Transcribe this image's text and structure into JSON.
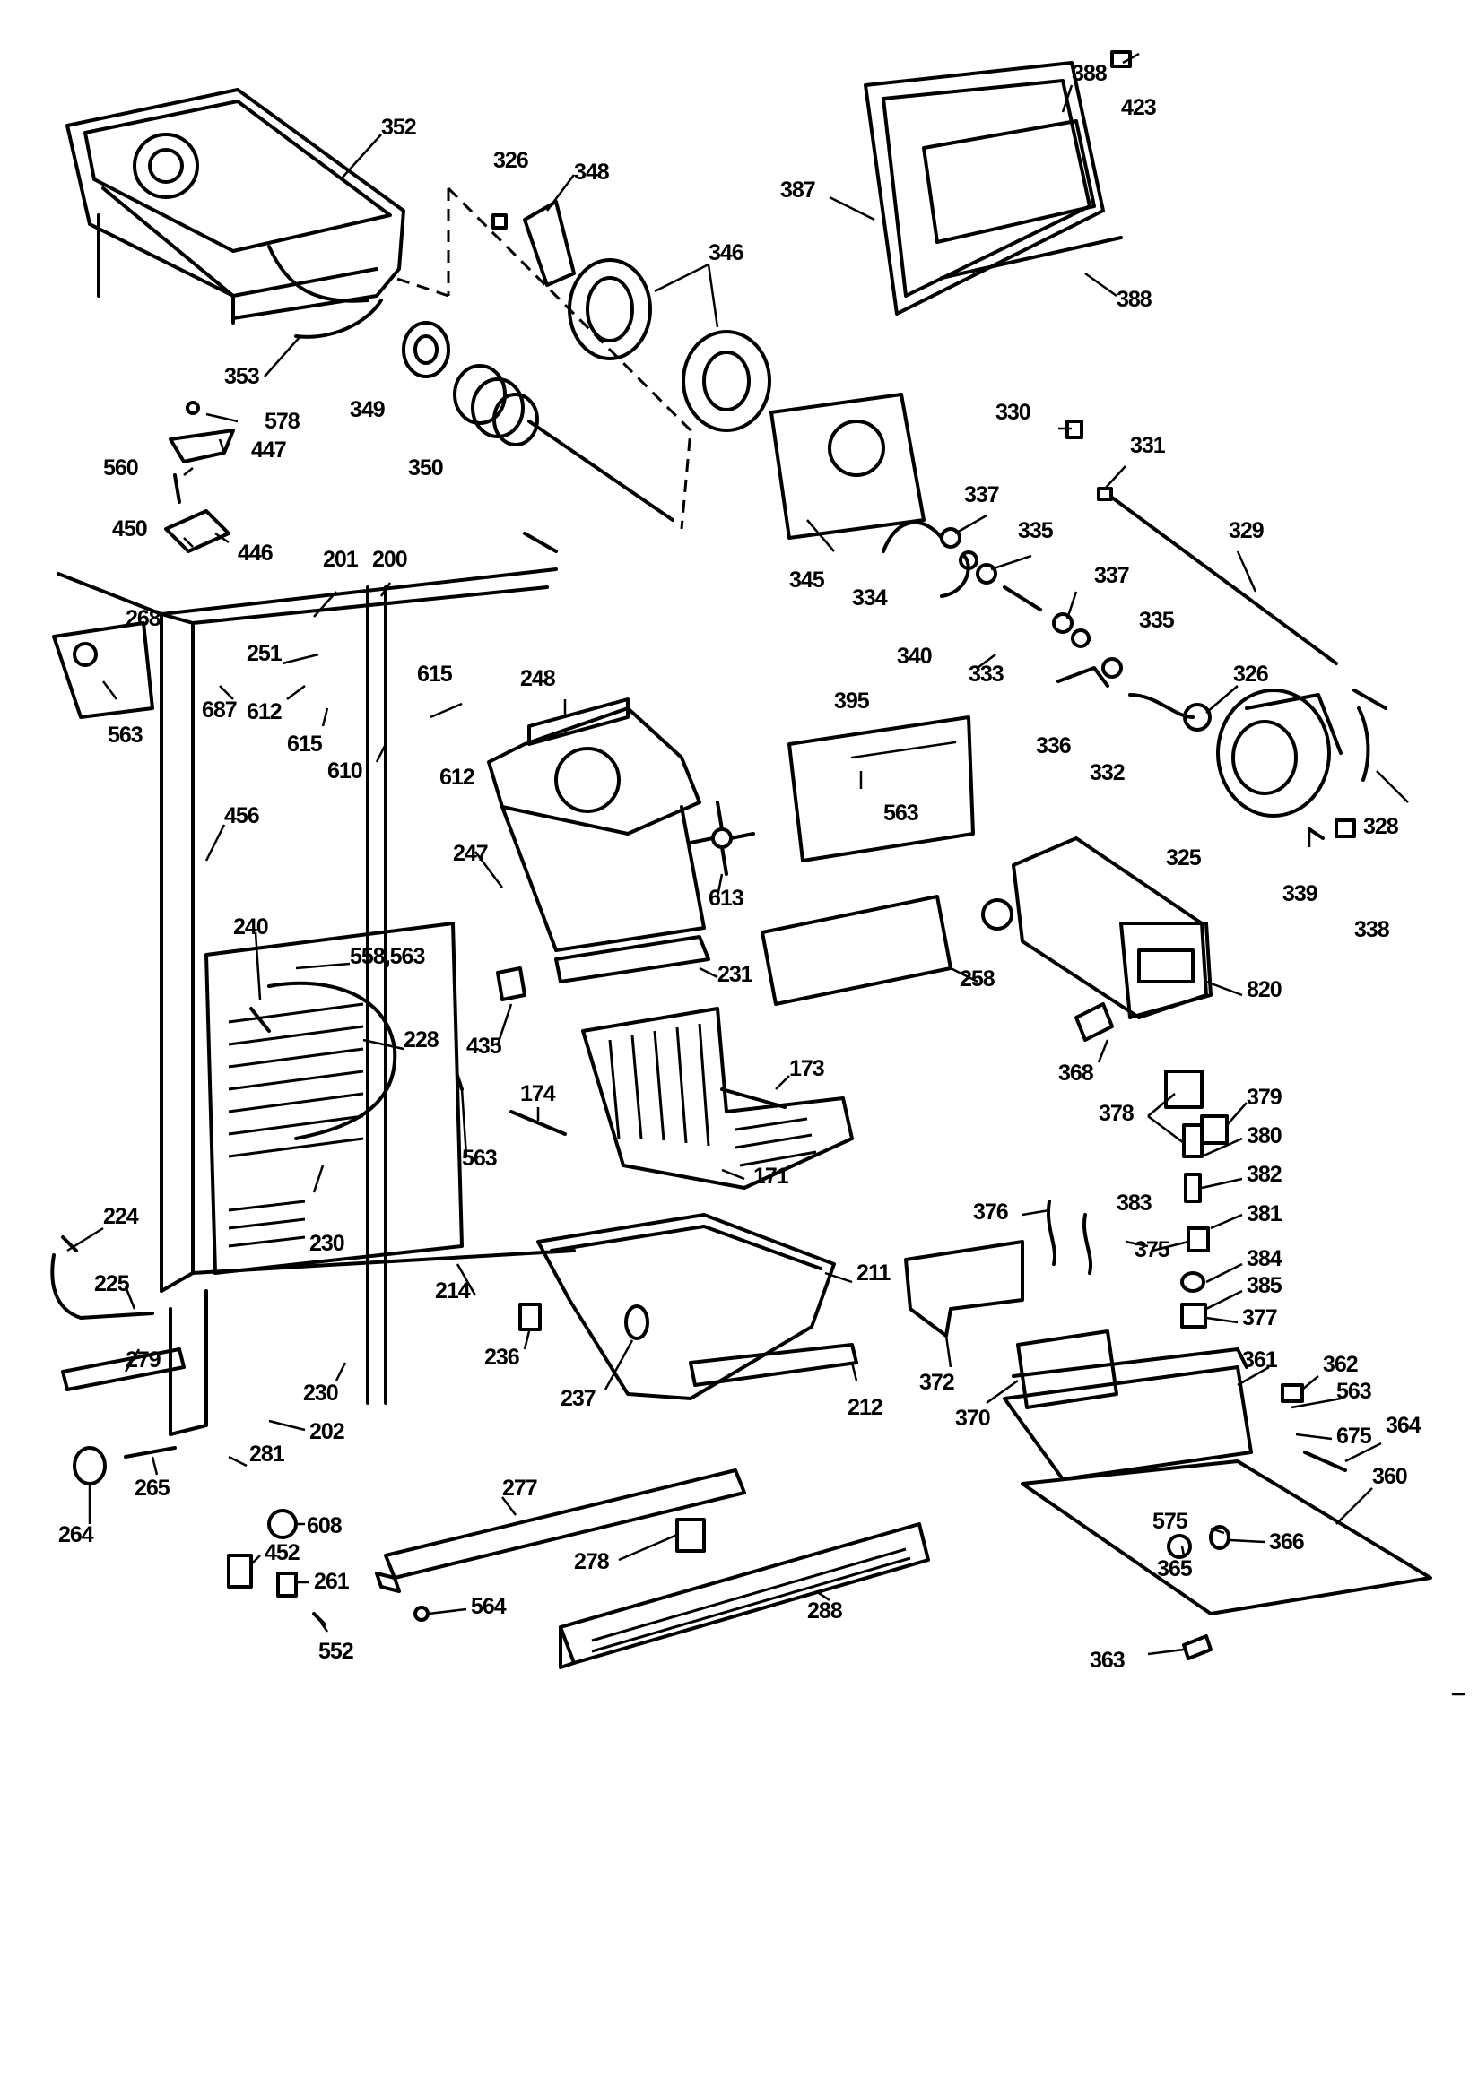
{
  "diagram": {
    "parts": [
      {
        "id": "352",
        "label": "352"
      },
      {
        "id": "326a",
        "label": "326"
      },
      {
        "id": "348",
        "label": "348"
      },
      {
        "id": "346",
        "label": "346"
      },
      {
        "id": "353",
        "label": "353"
      },
      {
        "id": "349",
        "label": "349"
      },
      {
        "id": "350",
        "label": "350"
      },
      {
        "id": "387",
        "label": "387"
      },
      {
        "id": "388a",
        "label": "388"
      },
      {
        "id": "423",
        "label": "423"
      },
      {
        "id": "388b",
        "label": "388"
      },
      {
        "id": "578",
        "label": "578"
      },
      {
        "id": "447",
        "label": "447"
      },
      {
        "id": "560",
        "label": "560"
      },
      {
        "id": "450",
        "label": "450"
      },
      {
        "id": "446",
        "label": "446"
      },
      {
        "id": "345",
        "label": "345"
      },
      {
        "id": "330",
        "label": "330"
      },
      {
        "id": "331",
        "label": "331"
      },
      {
        "id": "329",
        "label": "329"
      },
      {
        "id": "337a",
        "label": "337"
      },
      {
        "id": "335a",
        "label": "335"
      },
      {
        "id": "334",
        "label": "334"
      },
      {
        "id": "340",
        "label": "340"
      },
      {
        "id": "333",
        "label": "333"
      },
      {
        "id": "337b",
        "label": "337"
      },
      {
        "id": "335b",
        "label": "335"
      },
      {
        "id": "326b",
        "label": "326"
      },
      {
        "id": "336",
        "label": "336"
      },
      {
        "id": "332",
        "label": "332"
      },
      {
        "id": "325",
        "label": "325"
      },
      {
        "id": "328",
        "label": "328"
      },
      {
        "id": "339",
        "label": "339"
      },
      {
        "id": "338",
        "label": "338"
      },
      {
        "id": "201",
        "label": "201"
      },
      {
        "id": "200",
        "label": "200"
      },
      {
        "id": "268",
        "label": "268"
      },
      {
        "id": "251",
        "label": "251"
      },
      {
        "id": "563a",
        "label": "563"
      },
      {
        "id": "687",
        "label": "687"
      },
      {
        "id": "612a",
        "label": "612"
      },
      {
        "id": "615a",
        "label": "615"
      },
      {
        "id": "615b",
        "label": "615"
      },
      {
        "id": "610",
        "label": "610"
      },
      {
        "id": "248",
        "label": "248"
      },
      {
        "id": "612b",
        "label": "612"
      },
      {
        "id": "395",
        "label": "395"
      },
      {
        "id": "563b",
        "label": "563"
      },
      {
        "id": "456",
        "label": "456"
      },
      {
        "id": "247",
        "label": "247"
      },
      {
        "id": "613",
        "label": "613"
      },
      {
        "id": "240",
        "label": "240"
      },
      {
        "id": "558",
        "label": "558,563"
      },
      {
        "id": "231",
        "label": "231"
      },
      {
        "id": "258",
        "label": "258"
      },
      {
        "id": "820",
        "label": "820"
      },
      {
        "id": "228",
        "label": "228"
      },
      {
        "id": "435",
        "label": "435"
      },
      {
        "id": "174",
        "label": "174"
      },
      {
        "id": "173",
        "label": "173"
      },
      {
        "id": "368",
        "label": "368"
      },
      {
        "id": "378",
        "label": "378"
      },
      {
        "id": "379",
        "label": "379"
      },
      {
        "id": "563c",
        "label": "563"
      },
      {
        "id": "380",
        "label": "380"
      },
      {
        "id": "171",
        "label": "171"
      },
      {
        "id": "382",
        "label": "382"
      },
      {
        "id": "224",
        "label": "224"
      },
      {
        "id": "230a",
        "label": "230"
      },
      {
        "id": "376",
        "label": "376"
      },
      {
        "id": "383",
        "label": "383"
      },
      {
        "id": "381",
        "label": "381"
      },
      {
        "id": "375",
        "label": "375"
      },
      {
        "id": "384",
        "label": "384"
      },
      {
        "id": "225",
        "label": "225"
      },
      {
        "id": "211",
        "label": "211"
      },
      {
        "id": "385",
        "label": "385"
      },
      {
        "id": "214",
        "label": "214"
      },
      {
        "id": "377",
        "label": "377"
      },
      {
        "id": "279",
        "label": "279"
      },
      {
        "id": "236",
        "label": "236"
      },
      {
        "id": "230b",
        "label": "230"
      },
      {
        "id": "372",
        "label": "372"
      },
      {
        "id": "361",
        "label": "361"
      },
      {
        "id": "362",
        "label": "362"
      },
      {
        "id": "563d",
        "label": "563"
      },
      {
        "id": "237",
        "label": "237"
      },
      {
        "id": "212",
        "label": "212"
      },
      {
        "id": "370",
        "label": "370"
      },
      {
        "id": "675",
        "label": "675"
      },
      {
        "id": "364",
        "label": "364"
      },
      {
        "id": "202",
        "label": "202"
      },
      {
        "id": "281",
        "label": "281"
      },
      {
        "id": "265",
        "label": "265"
      },
      {
        "id": "277",
        "label": "277"
      },
      {
        "id": "360",
        "label": "360"
      },
      {
        "id": "575",
        "label": "575"
      },
      {
        "id": "366",
        "label": "366"
      },
      {
        "id": "264",
        "label": "264"
      },
      {
        "id": "608",
        "label": "608"
      },
      {
        "id": "452",
        "label": "452"
      },
      {
        "id": "278",
        "label": "278"
      },
      {
        "id": "261",
        "label": "261"
      },
      {
        "id": "365",
        "label": "365"
      },
      {
        "id": "564",
        "label": "564"
      },
      {
        "id": "288",
        "label": "288"
      },
      {
        "id": "552",
        "label": "552"
      },
      {
        "id": "363",
        "label": "363"
      }
    ]
  }
}
